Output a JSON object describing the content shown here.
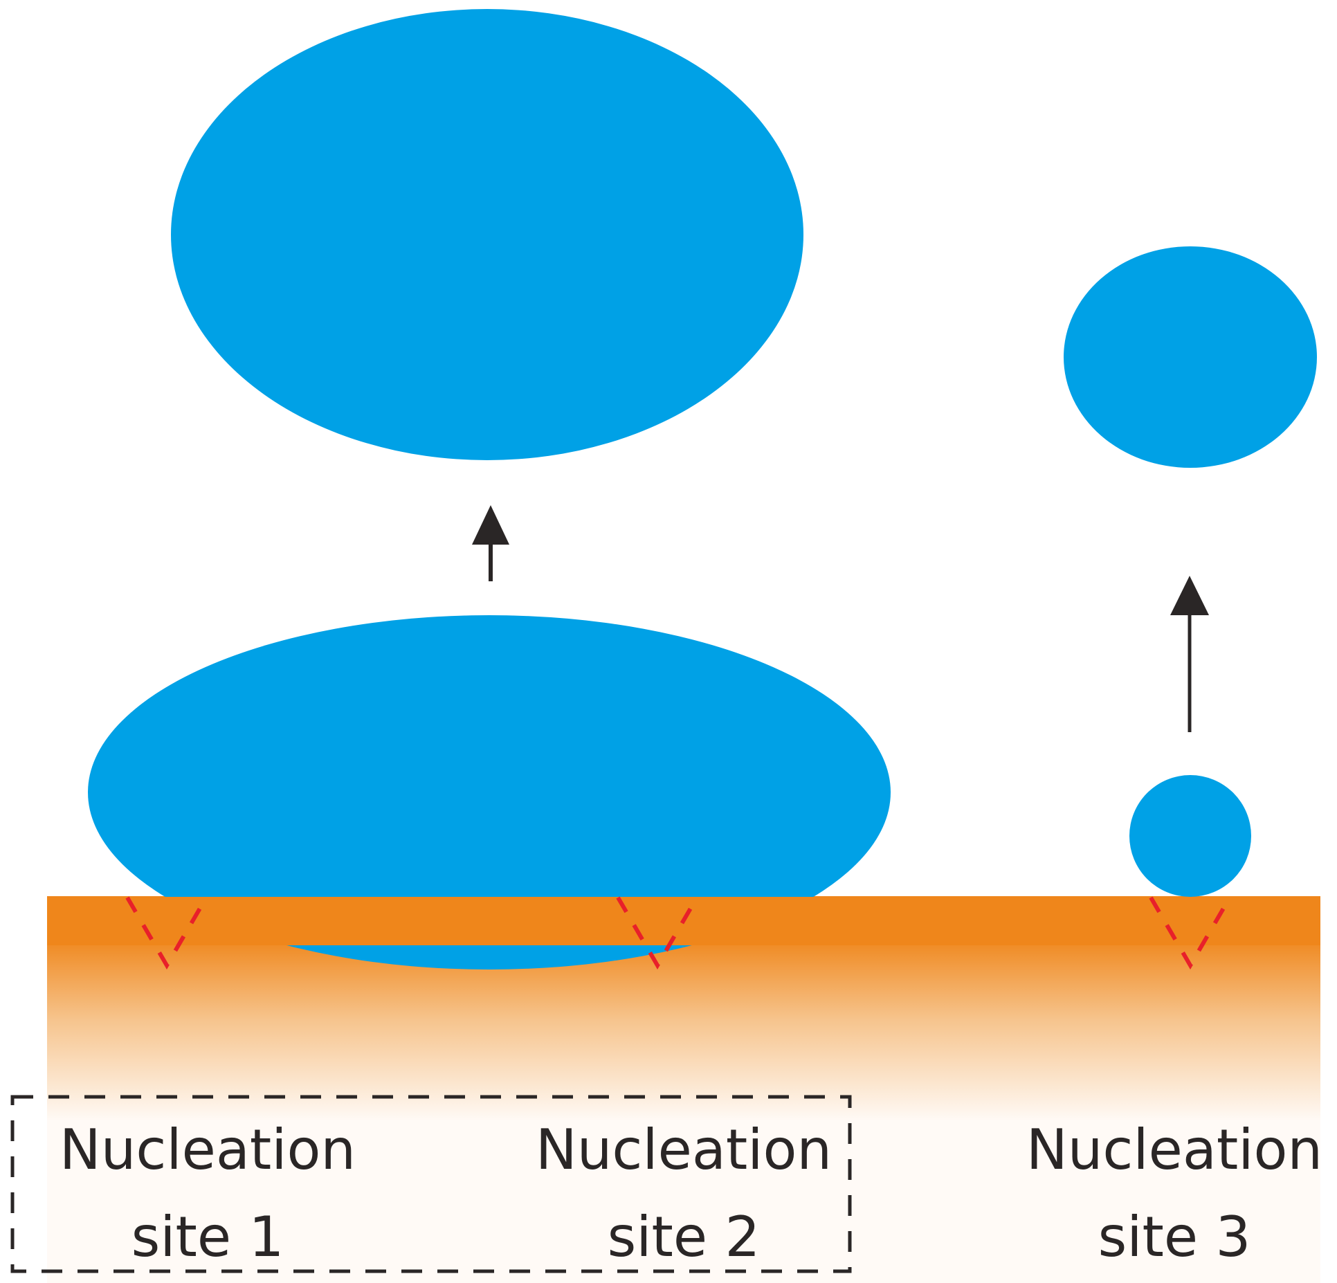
{
  "colors": {
    "droplet": "#00a1e6",
    "substrate": "#ef861b",
    "nucleation_mark": "#e8202a",
    "arrow": "#2a2626",
    "dashed_box": "#2a2626",
    "text": "#2a2626"
  },
  "sites": [
    {
      "id": "site-1",
      "line1": "Nucleation",
      "line2": "site 1"
    },
    {
      "id": "site-2",
      "line1": "Nucleation",
      "line2": "site 2"
    },
    {
      "id": "site-3",
      "line1": "Nucleation",
      "line2": "site 3"
    }
  ]
}
